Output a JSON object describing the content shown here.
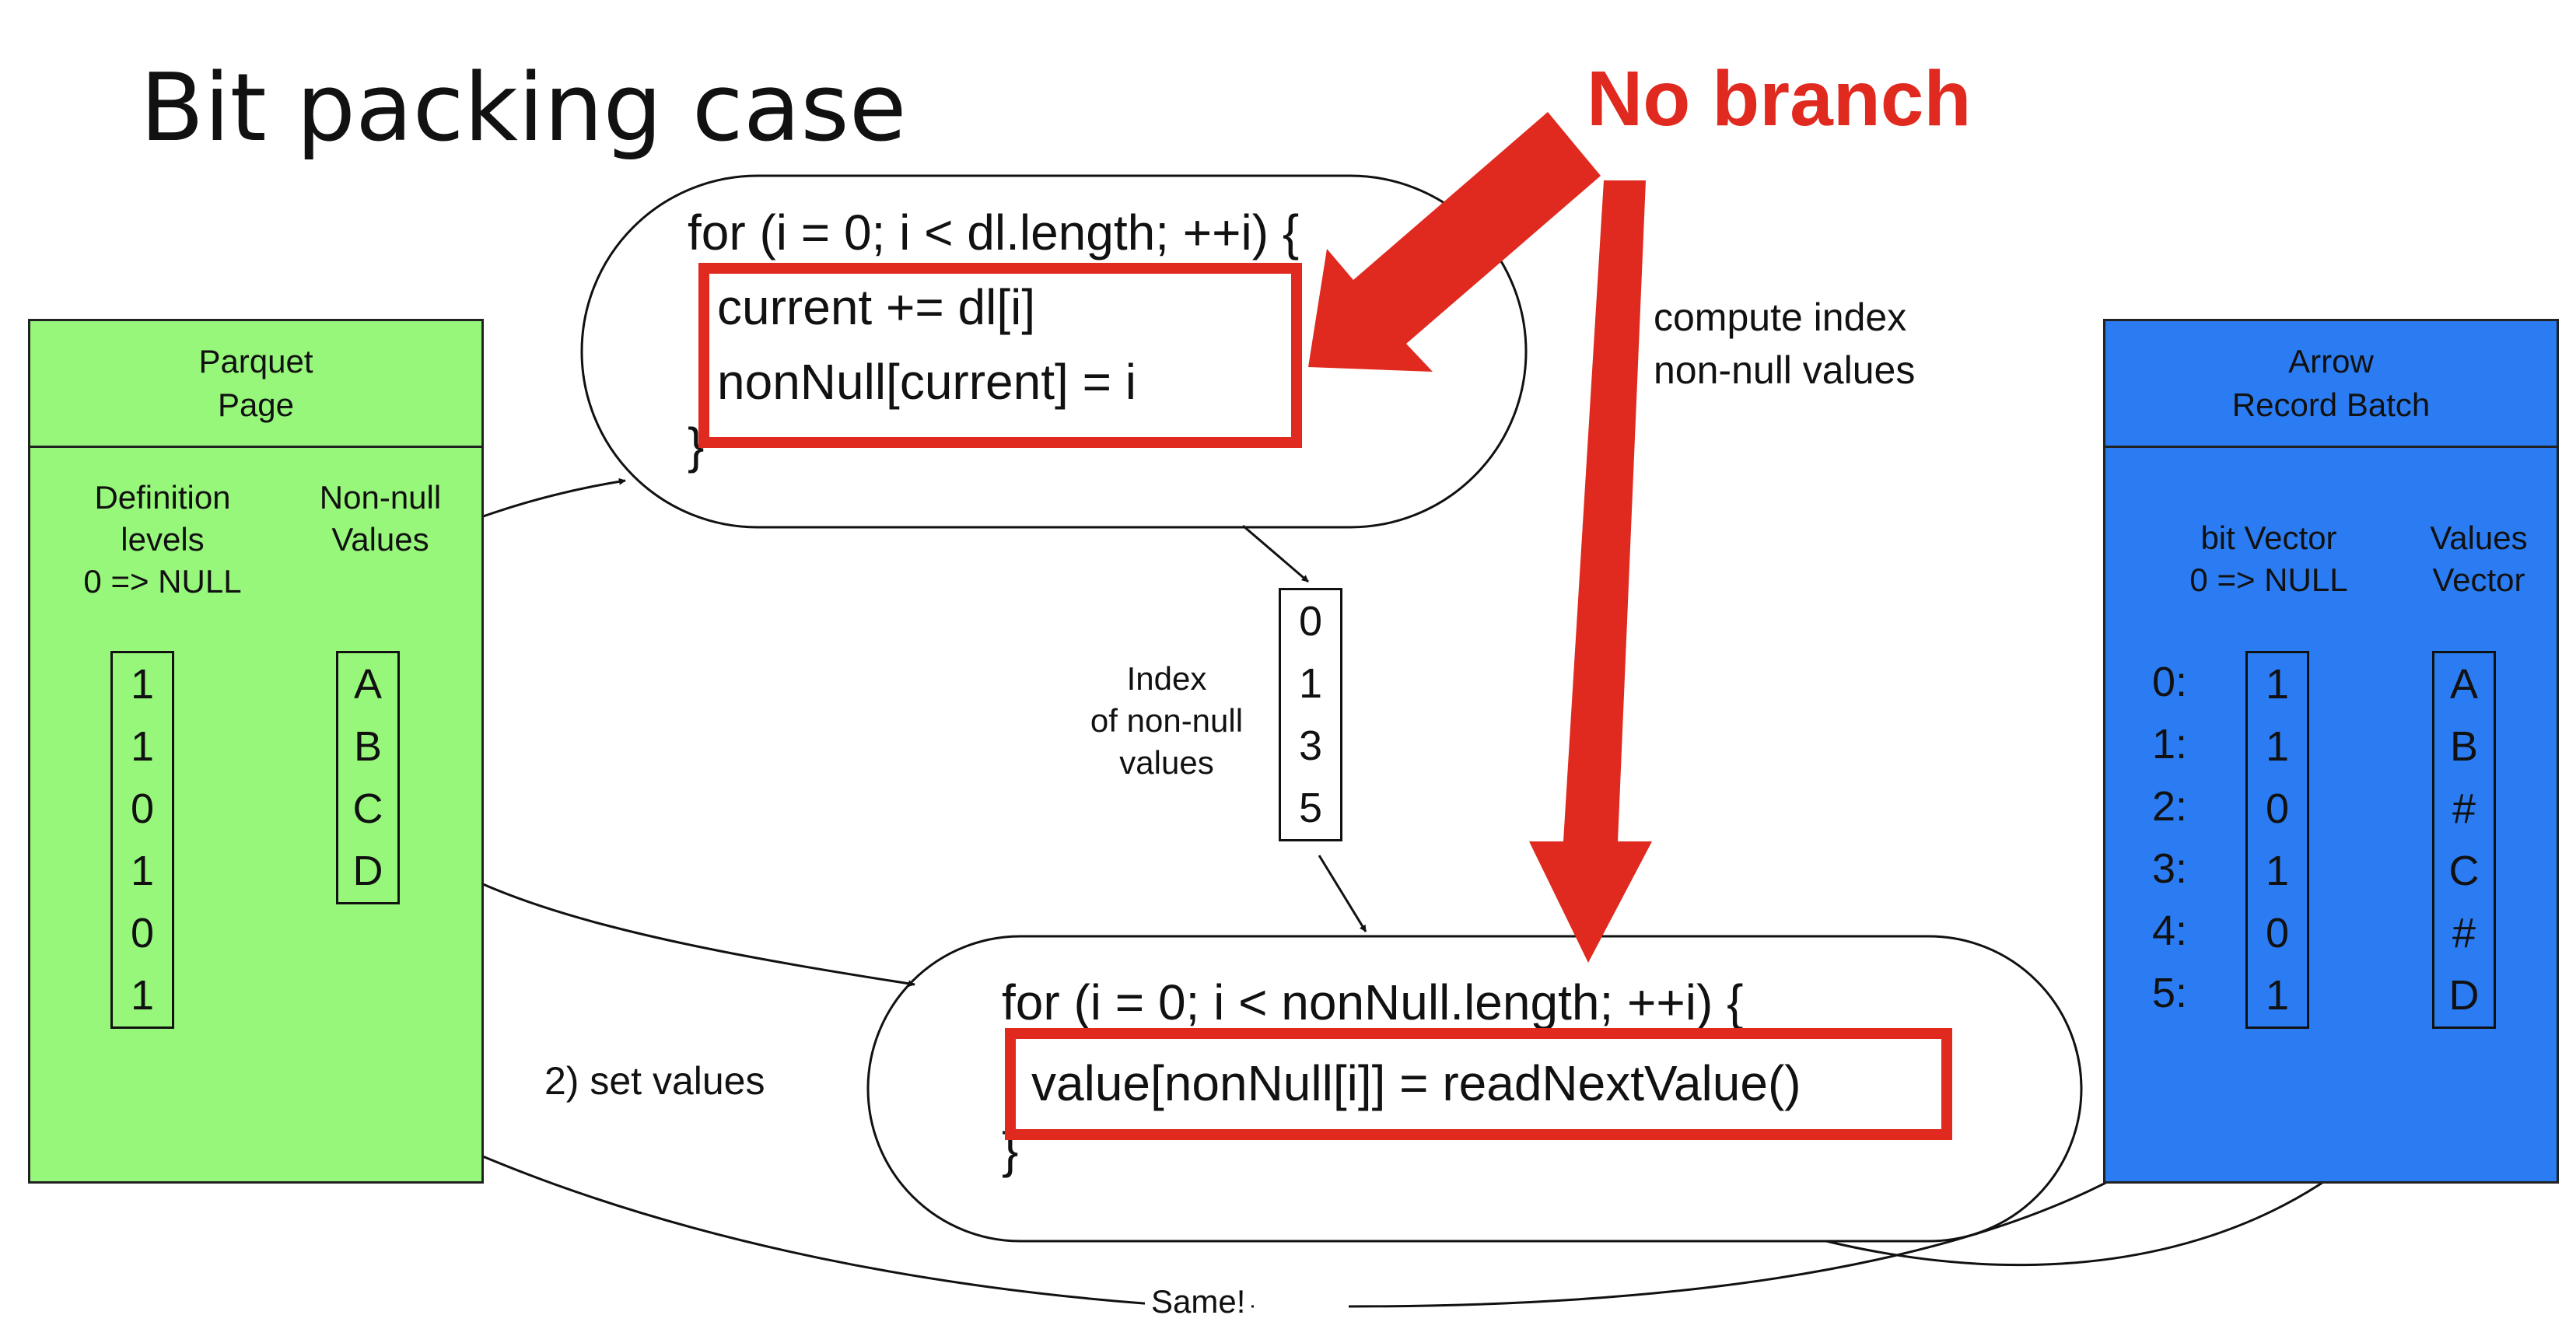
{
  "title": "Bit packing case",
  "annotation": "No branch",
  "parquet_page": {
    "header": "Parquet\nPage",
    "def_levels_label": "Definition\nlevels\n0 => NULL",
    "non_null_label": "Non-null\nValues",
    "def_levels": [
      "1",
      "1",
      "0",
      "1",
      "0",
      "1"
    ],
    "values": [
      "A",
      "B",
      "C",
      "D"
    ]
  },
  "loop1": {
    "line1": "for (i = 0; i < dl.length; ++i) {",
    "line2": "current += dl[i]",
    "line3": "nonNull[current] = i",
    "line4": "}"
  },
  "compute_label": "compute index\nnon-null values",
  "index_label": "Index\nof non-null\nvalues",
  "index_values": [
    "0",
    "1",
    "3",
    "5"
  ],
  "loop2": {
    "line1": "for (i = 0; i < nonNull.length; ++i) {",
    "line2": "value[nonNull[i]] = readNextValue()",
    "line3": "}"
  },
  "set_values_label": "2) set values",
  "same_label": "Same!",
  "arrow_batch": {
    "header": "Arrow\nRecord Batch",
    "bit_vector_label": "bit Vector\n0 => NULL",
    "values_vector_label": "Values\nVector",
    "row_indices": [
      "0:",
      "1:",
      "2:",
      "3:",
      "4:",
      "5:"
    ],
    "bits": [
      "1",
      "1",
      "0",
      "1",
      "0",
      "1"
    ],
    "values": [
      "A",
      "B",
      "#",
      "C",
      "#",
      "D"
    ]
  },
  "colors": {
    "parquet_bg": "#97f77b",
    "arrow_bg": "#2b7cf2",
    "highlight_red": "#e0291f"
  }
}
